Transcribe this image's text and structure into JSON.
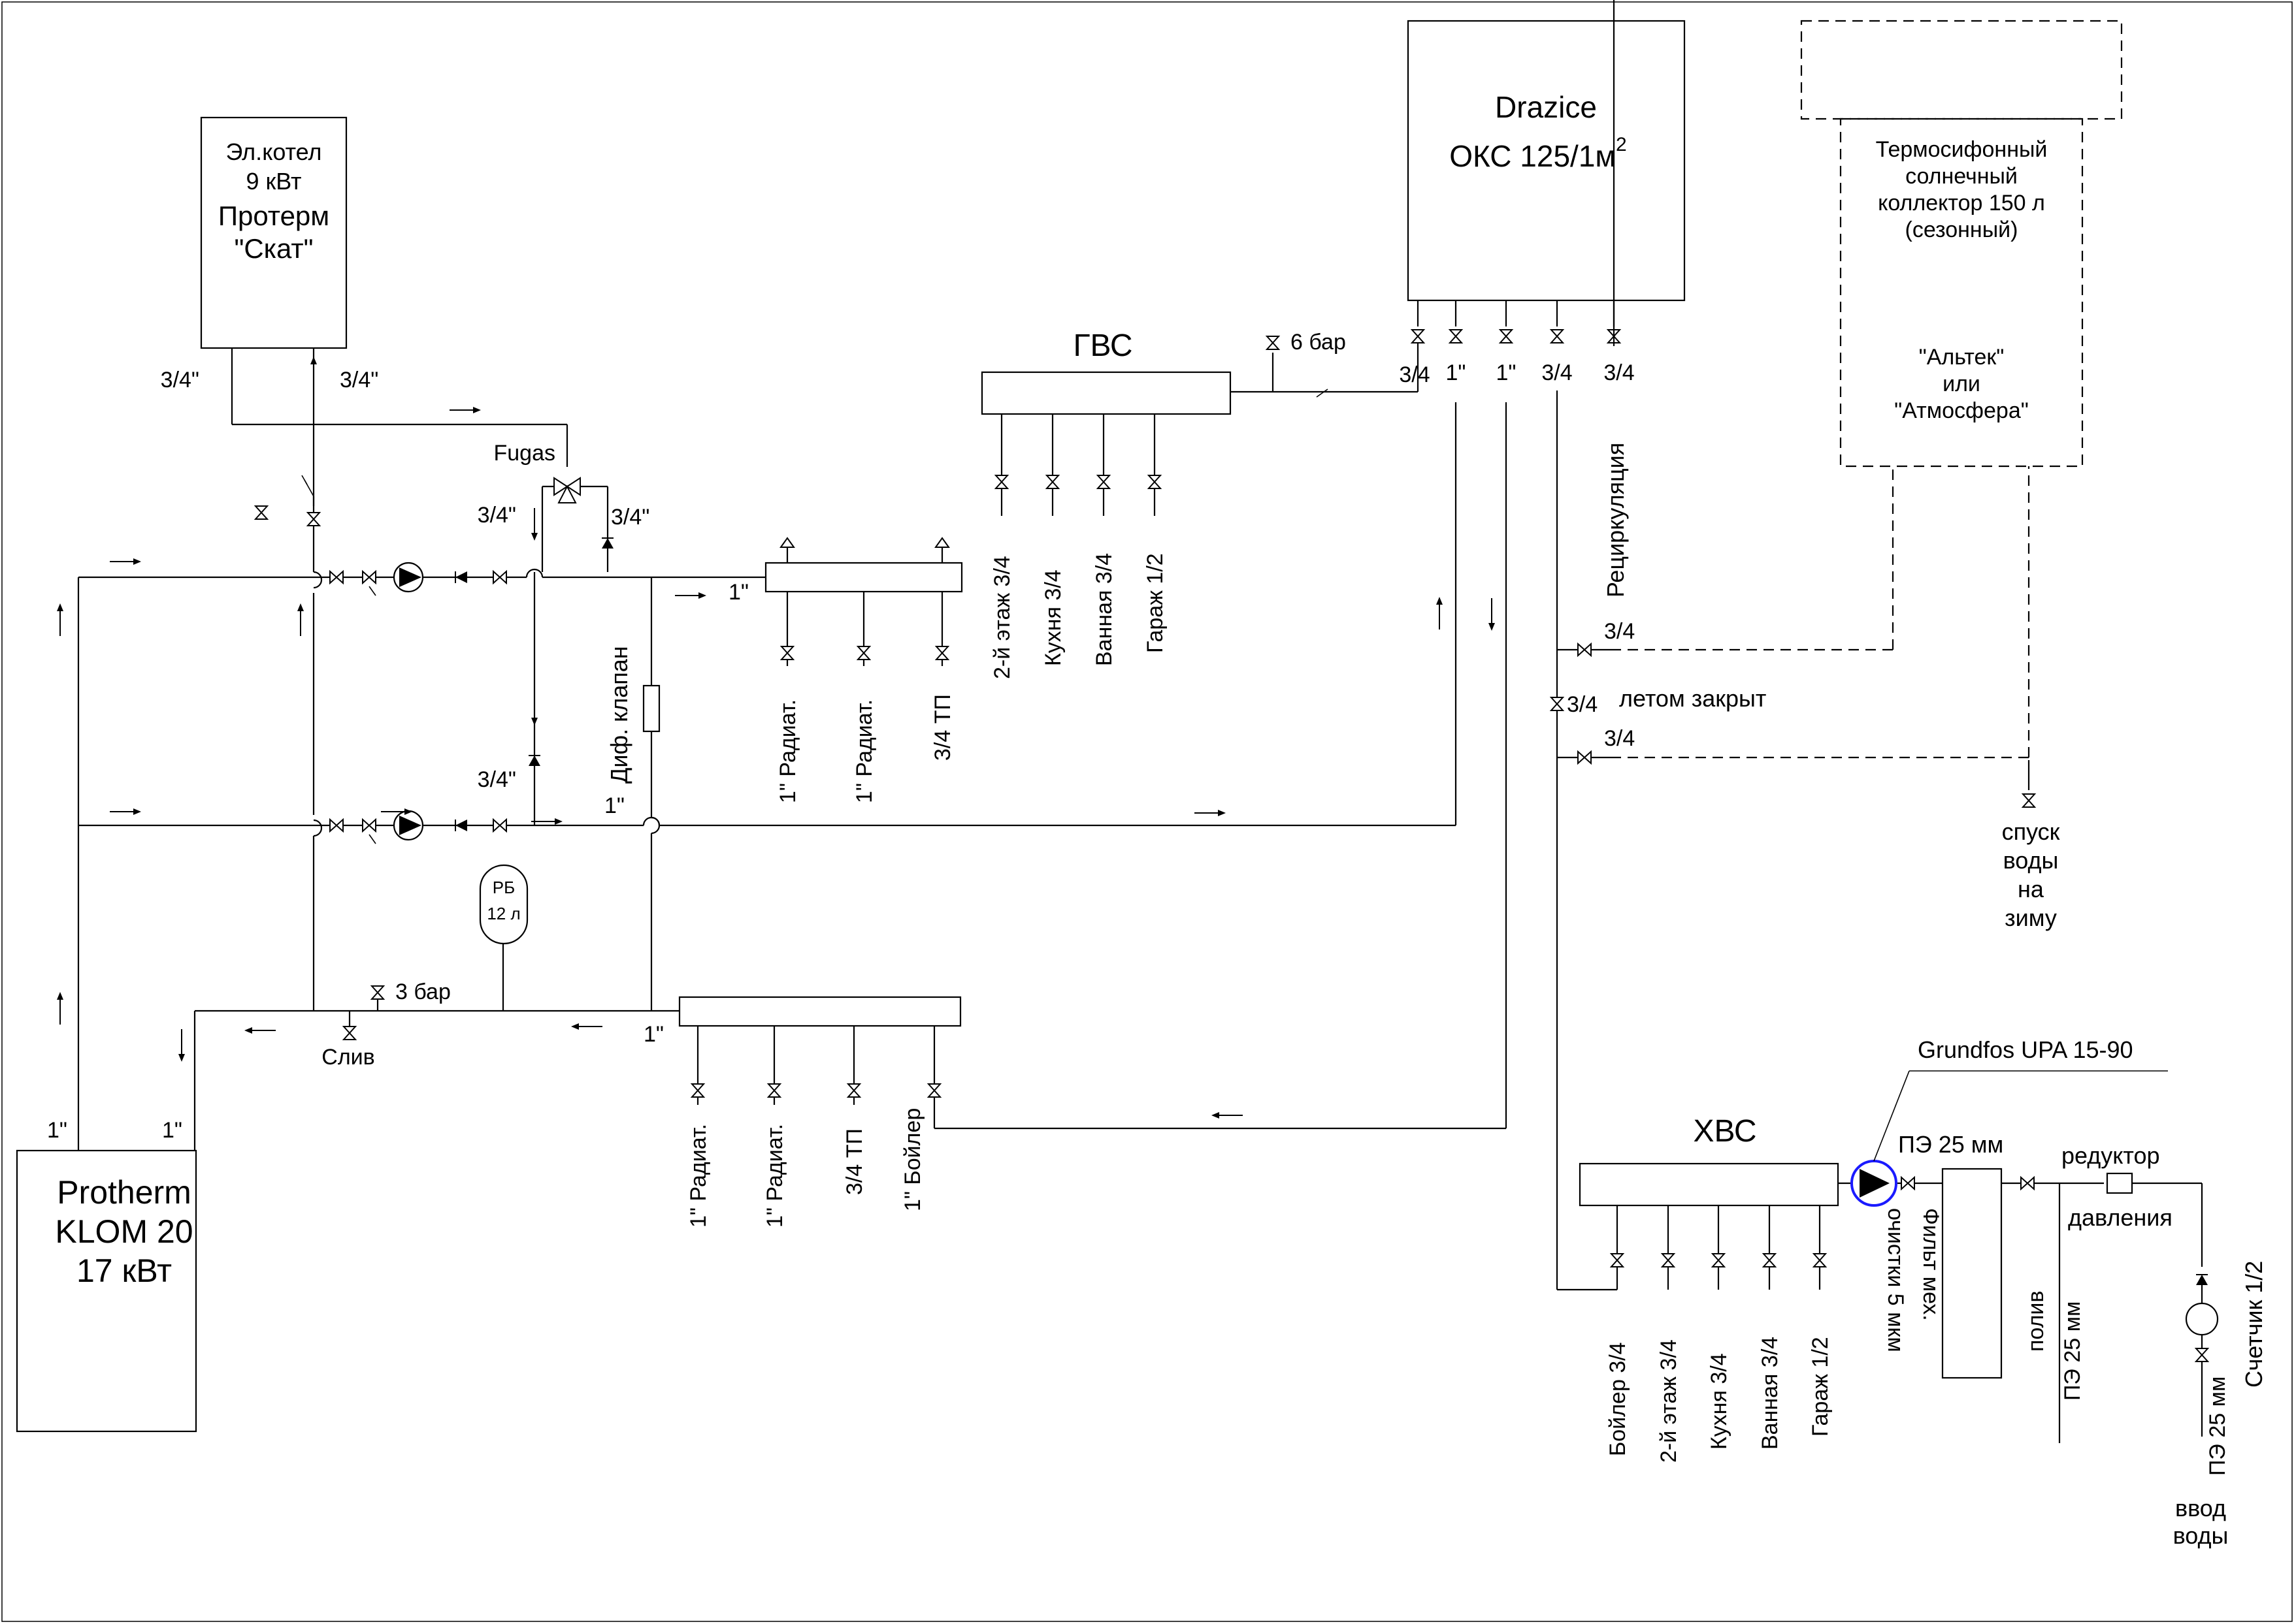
{
  "colors": {
    "line": "#000000",
    "background": "#ffffff",
    "pump_accent": "#1a1aff"
  },
  "boiler_electric": {
    "line1": "Эл.котел",
    "line2": "9 кВт",
    "line3": "Протерм",
    "line4": "\"Скат\""
  },
  "boiler_main": {
    "line1": "Protherm",
    "line2": "KLOM 20",
    "line3": "17 кВт"
  },
  "tank": {
    "line1": "Drazice",
    "line2": "ОКС 125/1м",
    "sup": "2"
  },
  "solar": {
    "line1": "Термосифонный",
    "line2": "солнечный",
    "line3": "коллектор 150 л",
    "line4": "(сезонный)",
    "line5": "\"Альтек\"",
    "line6": "или",
    "line7": "\"Атмосфера\""
  },
  "manifolds": {
    "gvs": "ГВС",
    "hvs": "ХВС"
  },
  "labels": {
    "fugas": "Fugas",
    "dif_klapan": "Диф. клапан",
    "rb": "РБ",
    "rb_vol": "12 л",
    "sliv": "Слив",
    "bar3": "3 бар",
    "bar6": "6 бар",
    "recirculation": "Рециркуляция",
    "summer_closed": "летом закрыт",
    "winter_drain1": "спуск",
    "winter_drain2": "воды",
    "winter_drain3": "на",
    "winter_drain4": "зиму",
    "grundfos": "Grundfos UPA 15-90",
    "pe25": "ПЭ 25 мм",
    "reductor1": "редуктор",
    "reductor2": "давления",
    "filter1": "Фильт мех.",
    "filter2": "очистки 5 мкм",
    "poliv1": "полив",
    "poliv2": "ПЭ 25 мм",
    "counter": "Счетчик 1/2",
    "input_pe": "ПЭ 25 мм",
    "input1": "ввод",
    "input2": "воды"
  },
  "sizes": {
    "d34": "3/4\"",
    "d1": "1\"",
    "t34": "3/4",
    "t1": "1\""
  },
  "outlets": {
    "heating_upper": [
      "1\" Радиат.",
      "1\" Радиат.",
      "3/4 ТП"
    ],
    "heating_lower": [
      "1\" Радиат.",
      "1\" Радиат.",
      "3/4 ТП",
      "1\" Бойлер"
    ],
    "gvs": [
      "2-й этаж 3/4",
      "Кухня 3/4",
      "Ванная 3/4",
      "Гараж 1/2"
    ],
    "hvs": [
      "Бойлер 3/4",
      "2-й этаж 3/4",
      "Кухня 3/4",
      "Ванная 3/4",
      "Гараж 1/2"
    ]
  }
}
